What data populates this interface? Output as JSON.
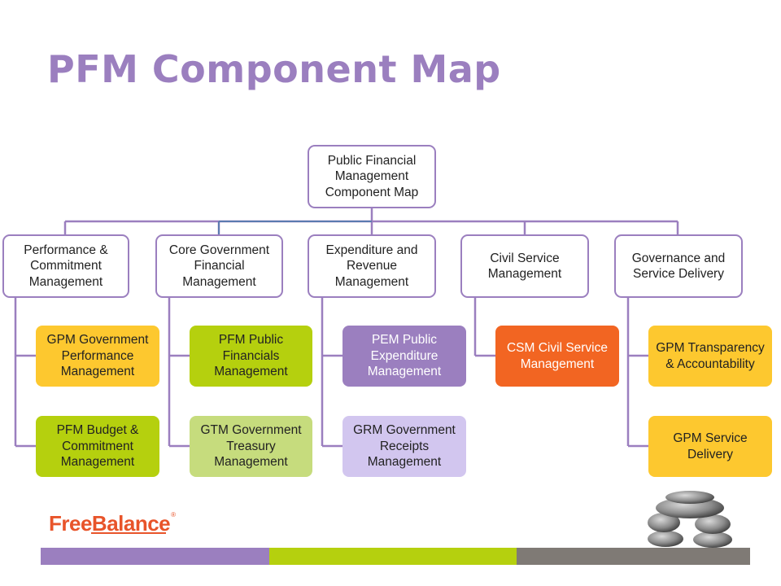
{
  "title": "PFM Component Map",
  "root": "Public Financial Management Component Map",
  "columns": [
    {
      "header": "Performance & Commitment Management",
      "items": [
        {
          "label": "GPM Government Performance Management",
          "bg": "#fdc82f",
          "fg": "#222222"
        },
        {
          "label": "PFM Budget & Commitment Management",
          "bg": "#b5d00e",
          "fg": "#222222"
        }
      ]
    },
    {
      "header": "Core Government Financial Management",
      "items": [
        {
          "label": "PFM Public Financials Management",
          "bg": "#b5d00e",
          "fg": "#222222"
        },
        {
          "label": "GTM Government Treasury Management",
          "bg": "#c6dc7d",
          "fg": "#222222"
        }
      ]
    },
    {
      "header": "Expenditure and Revenue Management",
      "items": [
        {
          "label": "PEM Public Expenditure Management",
          "bg": "#9b7fbf",
          "fg": "#ffffff"
        },
        {
          "label": "GRM Government Receipts Management",
          "bg": "#d2c6ef",
          "fg": "#222222"
        }
      ]
    },
    {
      "header": "Civil Service Management",
      "items": [
        {
          "label": "CSM Civil Service Management",
          "bg": "#f26522",
          "fg": "#ffffff"
        }
      ]
    },
    {
      "header": "Governance  and Service Delivery",
      "items": [
        {
          "label": "GPM Transparency & Accountability",
          "bg": "#fdc82f",
          "fg": "#222222"
        },
        {
          "label": "GPM Service Delivery",
          "bg": "#fdc82f",
          "fg": "#222222"
        }
      ]
    }
  ],
  "logo": {
    "brand_a": "Free",
    "brand_b": "Balance",
    "reg": "®"
  },
  "colors": {
    "accent": "#9b7fbf",
    "green": "#b5d00e",
    "gray": "#7f7a75",
    "orange": "#e8542a"
  }
}
